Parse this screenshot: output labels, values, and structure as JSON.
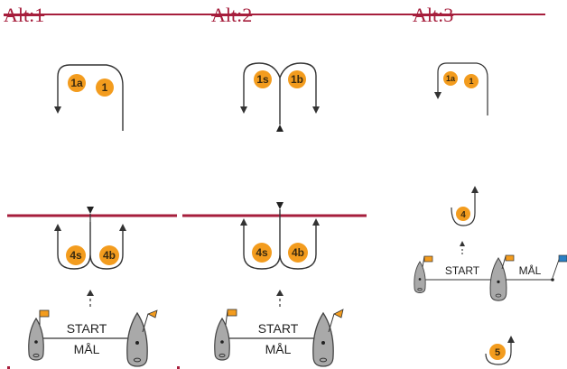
{
  "titles": {
    "alt1": "Alt:1",
    "alt2": "Alt:2",
    "alt3": "Alt:3"
  },
  "marks": {
    "alt1_top_a": "1a",
    "alt1_top_b": "1",
    "alt1_gate_a": "4s",
    "alt1_gate_b": "4b",
    "alt2_top_a": "1s",
    "alt2_top_b": "1b",
    "alt2_gate_a": "4s",
    "alt2_gate_b": "4b",
    "alt3_top_a": "1a",
    "alt3_top_b": "1",
    "alt3_mark4": "4",
    "alt3_mark5": "5"
  },
  "line_labels": {
    "start": "START",
    "finish": "MÅL"
  },
  "colors": {
    "title": "#a61e3c",
    "barrier": "#a61e3c",
    "buoy": "#f39c1e",
    "boat": "#a9a9a9",
    "flag_orange": "#f39c1e",
    "flag_blue": "#2a7fc4"
  }
}
